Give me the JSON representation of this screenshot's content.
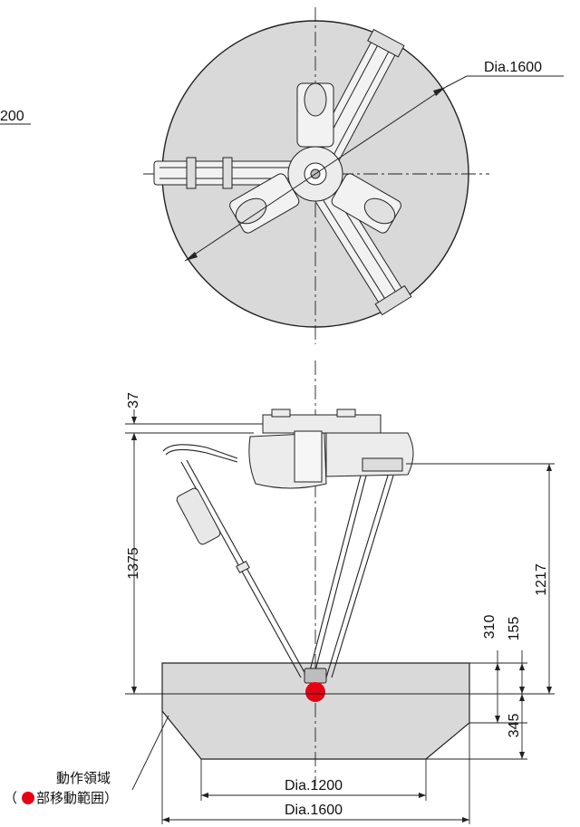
{
  "top_view": {
    "outer_diameter_label": "Dia.1600",
    "cut_label": "200"
  },
  "side_view": {
    "dim_top_offset": "37",
    "dim_total_height": "1375",
    "dim_reach_height": "1217",
    "dim_310": "310",
    "dim_155": "155",
    "dim_345": "345",
    "dia_small": "Dia.1200",
    "dia_large": "Dia.1600",
    "callout_line1": "動作領域",
    "callout_line2_left": "（",
    "callout_line2_right": "部移動範囲）"
  },
  "colors": {
    "work_area_fill": "#d9d9d9",
    "tool_point": "#e60012",
    "robot_fill": "#ececec",
    "line": "#222222"
  }
}
